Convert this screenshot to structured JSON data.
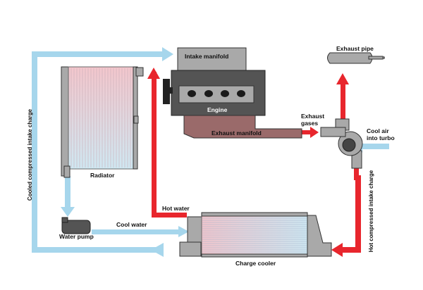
{
  "labels": {
    "intake_manifold": "Intake manifold",
    "engine": "Engine",
    "exhaust_manifold": "Exhaust manifold",
    "exhaust_gases": "Exhaust\ngases",
    "exhaust_pipe": "Exhaust pipe",
    "cool_air_into_turbo": "Cool air\ninto turbo",
    "radiator": "Radiator",
    "hot_water": "Hot water",
    "cool_water": "Cool water",
    "water_pump": "Water pump",
    "charge_cooler": "Charge cooler",
    "cooled_compressed_intake_charge": "Cooled compressed intake charge",
    "hot_compressed_intake_charge": "Hot compressed intake charge"
  },
  "colors": {
    "hot_flow": "#e8262d",
    "cool_flow": "#a6d6ec",
    "component_grey": "#a9a9a9",
    "engine_dark": "#545454",
    "exhaust_manifold": "#9a6a6a",
    "radiator_hot": "#f3c6cc",
    "radiator_cool": "#cfe8f2"
  }
}
